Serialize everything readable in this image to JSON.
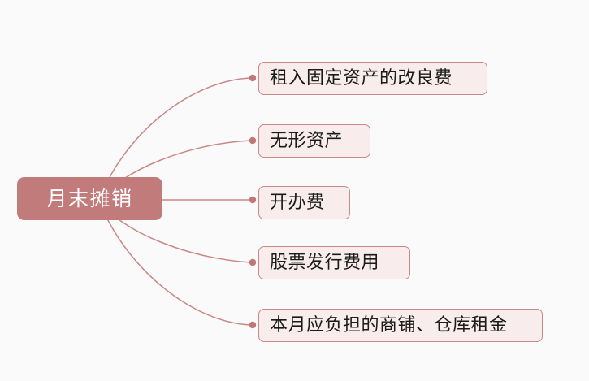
{
  "diagram": {
    "type": "mind-map",
    "background_color": "#fafafa",
    "root": {
      "label": "月末摊销",
      "fill_color": "#c17b7b",
      "text_color": "#ffffff"
    },
    "branch_style": {
      "fill_color": "#f9ecec",
      "border_color": "#c98888",
      "text_color": "#1b1b1b",
      "connector_color": "#c98888",
      "endpoint_dot_color": "#c07777"
    },
    "branches": [
      {
        "label": "租入固定资产的改良费"
      },
      {
        "label": "无形资产"
      },
      {
        "label": "开办费"
      },
      {
        "label": "股票发行费用"
      },
      {
        "label": "本月应负担的商铺、仓库租金"
      }
    ]
  }
}
